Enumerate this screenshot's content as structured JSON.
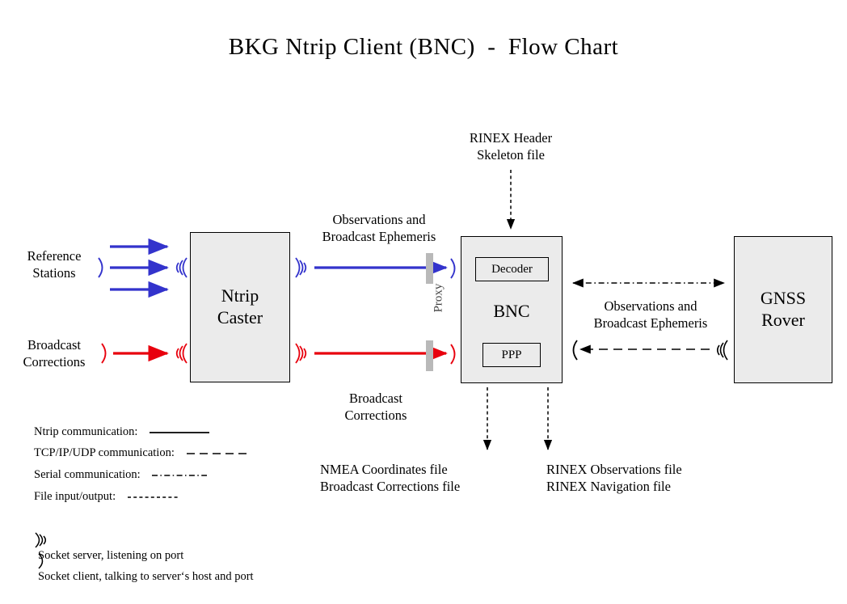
{
  "title": "BKG Ntrip Client (BNC)  -  Flow Chart",
  "nodes": {
    "caster": "Ntrip\nCaster",
    "bnc": "BNC",
    "rover": "GNSS\nRover",
    "decoder": "Decoder",
    "ppp": "PPP"
  },
  "labels": {
    "reference_stations": "Reference\nStations",
    "broadcast_corrections_left": "Broadcast\nCorrections",
    "observations_top": "Observations and\nBroadcast Ephemeris",
    "broadcast_corrections_bottom": "Broadcast\nCorrections",
    "rinex_header_skeleton": "RINEX Header\nSkeleton file",
    "observations_right": "Observations and\nBroadcast Ephemeris",
    "proxy": "Proxy",
    "output_left": "NMEA Coordinates file\nBroadcast Corrections file",
    "output_right": "RINEX Observations file\nRINEX Navigation file"
  },
  "legend": {
    "lines": [
      {
        "label": "Ntrip communication:",
        "style": "solid"
      },
      {
        "label": "TCP/IP/UDP communication:",
        "style": "long-dash"
      },
      {
        "label": "Serial communication:",
        "style": "dash-dot"
      },
      {
        "label": "File input/output:",
        "style": "short-dash"
      }
    ],
    "sockets": [
      {
        "glyph": "socket-server-icon",
        "label": "Socket server, listening on port"
      },
      {
        "glyph": "socket-client-icon",
        "label": "Socket client, talking to server‘s host and port"
      }
    ]
  },
  "colors": {
    "ntrip_blue": "#3333cc",
    "ntrip_red": "#e8000d",
    "box_fill": "#ebebeb",
    "box_stroke": "#000000",
    "proxy_bar": "#b9b9b9",
    "background": "#ffffff"
  }
}
